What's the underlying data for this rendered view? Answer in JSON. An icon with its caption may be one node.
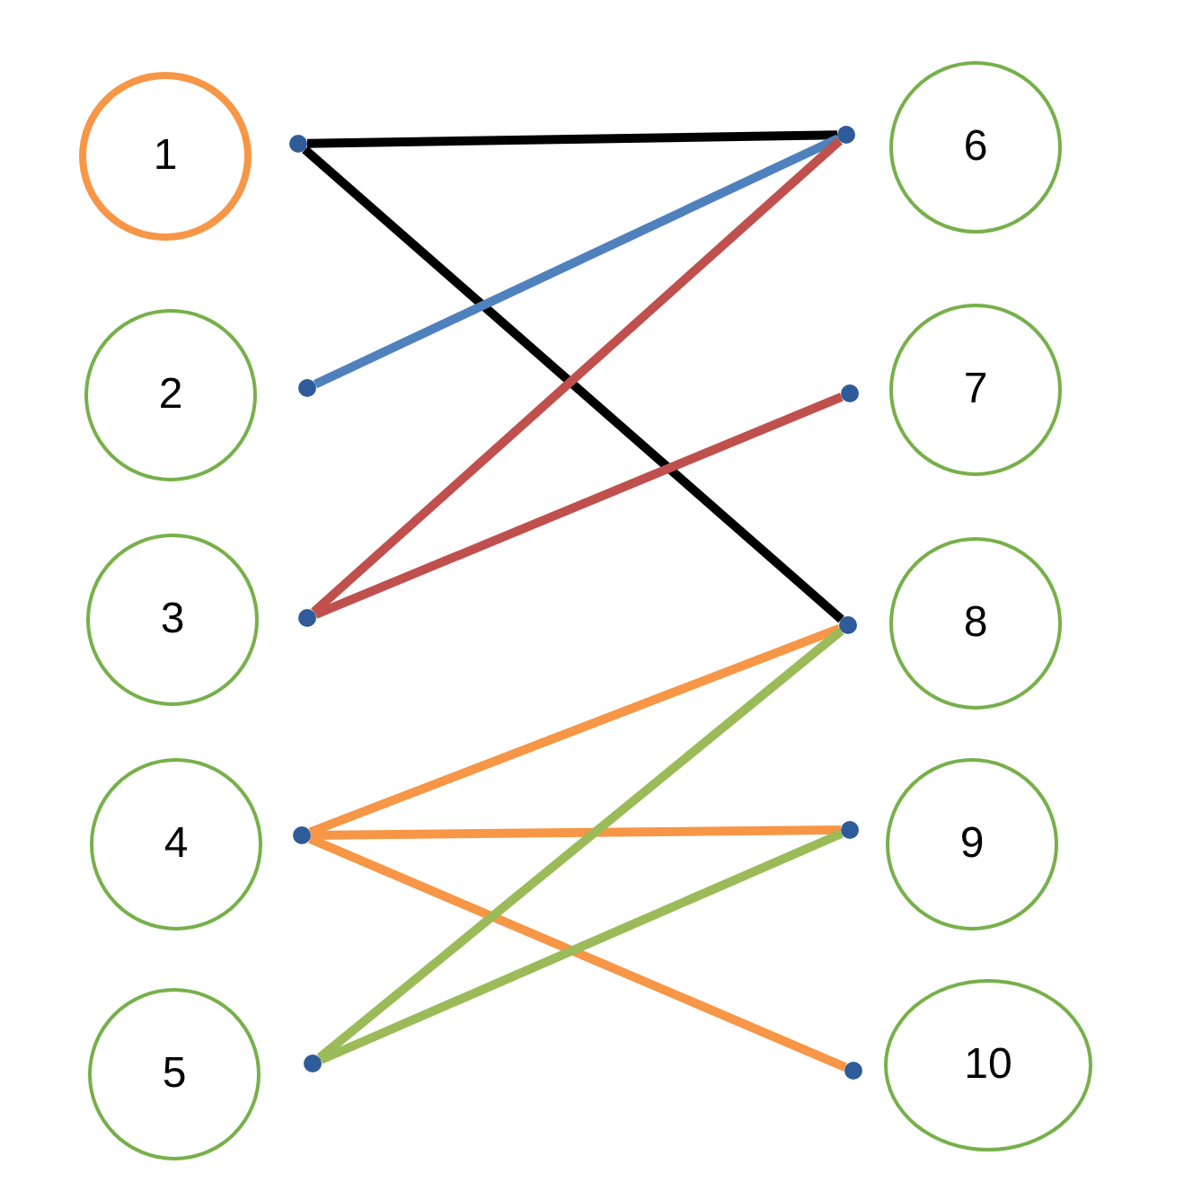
{
  "diagram": {
    "nodes": [
      {
        "text": [
          "1"
        ]
      },
      {
        "text": [
          "2"
        ]
      },
      {
        "text": [
          "3"
        ]
      },
      {
        "text": [
          "4"
        ]
      },
      {
        "text": [
          "5"
        ]
      },
      {
        "text": [
          "6"
        ]
      },
      {
        "text": [
          "7"
        ]
      },
      {
        "text": [
          "8"
        ]
      },
      {
        "text": [
          "9"
        ]
      },
      {
        "text": [
          "10"
        ]
      },
      {
        "text": [],
        "shape": "circle"
      },
      {
        "text": [],
        "shape": "circle"
      },
      {
        "text": [],
        "shape": "circle"
      },
      {
        "text": [],
        "shape": "circle"
      },
      {
        "text": [],
        "shape": "circle"
      },
      {
        "text": [],
        "shape": "circle"
      },
      {
        "text": [],
        "shape": "circle"
      },
      {
        "text": [],
        "shape": "circle"
      },
      {
        "text": [],
        "shape": "circle"
      },
      {
        "text": [],
        "shape": "circle"
      }
    ],
    "edges": [
      {
        "from": 10,
        "to": 15,
        "arrow": "none",
        "color": "#000000"
      },
      {
        "from": 10,
        "to": 17,
        "arrow": "none",
        "color": "#000000"
      },
      {
        "from": 11,
        "to": 15,
        "arrow": "none",
        "color": "#4f81bd"
      },
      {
        "from": 12,
        "to": 15,
        "arrow": "none",
        "color": "#c0504d"
      },
      {
        "from": 12,
        "to": 16,
        "arrow": "none",
        "color": "#c0504d"
      },
      {
        "from": 13,
        "to": 17,
        "arrow": "none",
        "color": "#f79646"
      },
      {
        "from": 13,
        "to": 18,
        "arrow": "none",
        "color": "#f79646"
      },
      {
        "from": 13,
        "to": 19,
        "arrow": "none",
        "color": "#f79646"
      },
      {
        "from": 14,
        "to": 17,
        "arrow": "none",
        "color": "#9bbb59"
      },
      {
        "from": 14,
        "to": 18,
        "arrow": "none",
        "color": "#9bbb59"
      }
    ]
  }
}
